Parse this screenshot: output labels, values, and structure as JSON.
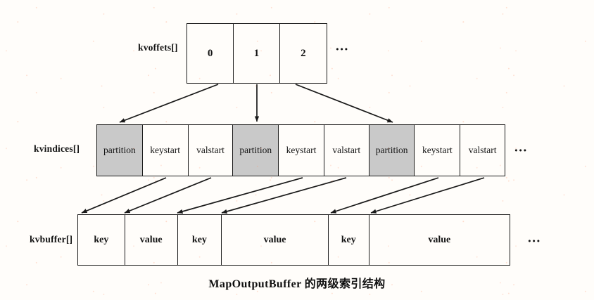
{
  "caption": "MapOutputBuffer 的两级索引结构",
  "rows": {
    "kvoffsets": {
      "label": "kvoffets[]",
      "ellipsis": "...",
      "cells": [
        {
          "text": "0"
        },
        {
          "text": "1"
        },
        {
          "text": "2"
        }
      ]
    },
    "kvindices": {
      "label": "kvindices[]",
      "ellipsis": "...",
      "cells": [
        {
          "text": "partition",
          "shaded": true
        },
        {
          "text": "keystart",
          "shaded": false
        },
        {
          "text": "valstart",
          "shaded": false
        },
        {
          "text": "partition",
          "shaded": true
        },
        {
          "text": "keystart",
          "shaded": false
        },
        {
          "text": "valstart",
          "shaded": false
        },
        {
          "text": "partition",
          "shaded": true
        },
        {
          "text": "keystart",
          "shaded": false
        },
        {
          "text": "valstart",
          "shaded": false
        }
      ]
    },
    "kvbuffer": {
      "label": "kvbuffer[]",
      "ellipsis": "...",
      "cells": [
        {
          "text": "key"
        },
        {
          "text": "value"
        },
        {
          "text": "key"
        },
        {
          "text": "value"
        },
        {
          "text": "key"
        },
        {
          "text": "value"
        }
      ]
    }
  },
  "colors": {
    "stroke": "#1a1a1a",
    "shaded_fill": "#c9c9c9",
    "page_background": "#fffdfa"
  }
}
